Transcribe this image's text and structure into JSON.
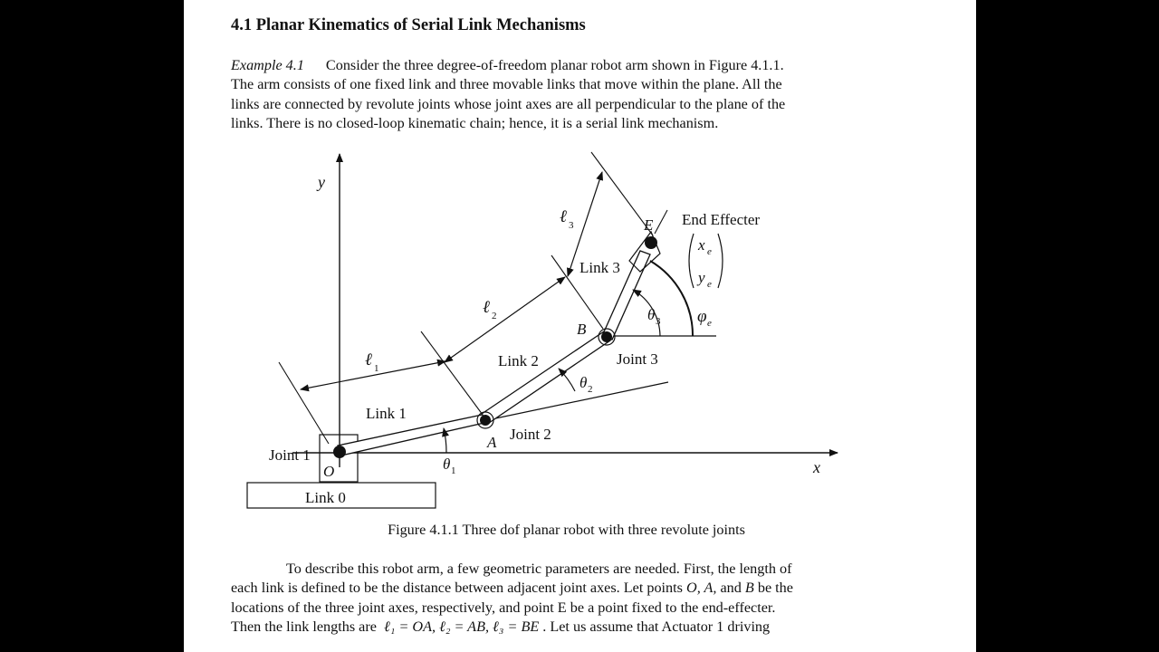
{
  "section": {
    "title": "4.1 Planar Kinematics of Serial Link Mechanisms"
  },
  "example": {
    "label": "Example 4.1",
    "line1": "Consider the three degree-of-freedom planar robot arm shown in Figure 4.1.1.",
    "line2": "The arm consists of one fixed link and three movable links that move within the plane. All the",
    "line3": "links are connected by revolute joints whose joint axes are all perpendicular to the plane of the",
    "line4": "links. There is no closed-loop kinematic chain; hence, it is a serial link mechanism."
  },
  "figure": {
    "caption": "Figure 4.1.1 Three dof planar robot with three revolute joints",
    "labels": {
      "y_axis": "y",
      "x_axis": "x",
      "joint1": "Joint 1",
      "joint2": "Joint 2",
      "joint3": "Joint 3",
      "link0": "Link 0",
      "link1": "Link 1",
      "link2": "Link 2",
      "link3": "Link 3",
      "point_o": "O",
      "point_a": "A",
      "point_b": "B",
      "point_e": "E",
      "end_effecter": "End Effecter",
      "ell": "ℓ",
      "sub_1": "1",
      "sub_2": "2",
      "sub_3": "3",
      "theta": "θ",
      "phi": "φ",
      "sub_e": "e",
      "x_e": "x",
      "y_e": "y"
    }
  },
  "paragraph2": {
    "line1": "To describe this robot arm, a few geometric parameters are needed. First, the length of",
    "line2": "each link is defined to be the distance between adjacent joint axes. Let points",
    "line2_o": "O, A,",
    "line2_and": " and ",
    "line2_b": "B",
    "line2_rest": " be the",
    "line3": "locations of the three joint axes, respectively, and point E be a point fixed to the end-effecter.",
    "line4_start": "Then the link lengths are",
    "line4_math": "ℓ₁ = OA, ℓ₂ = AB, ℓ₃ = BE",
    "line4_end": ". Let us assume that Actuator 1 driving"
  }
}
